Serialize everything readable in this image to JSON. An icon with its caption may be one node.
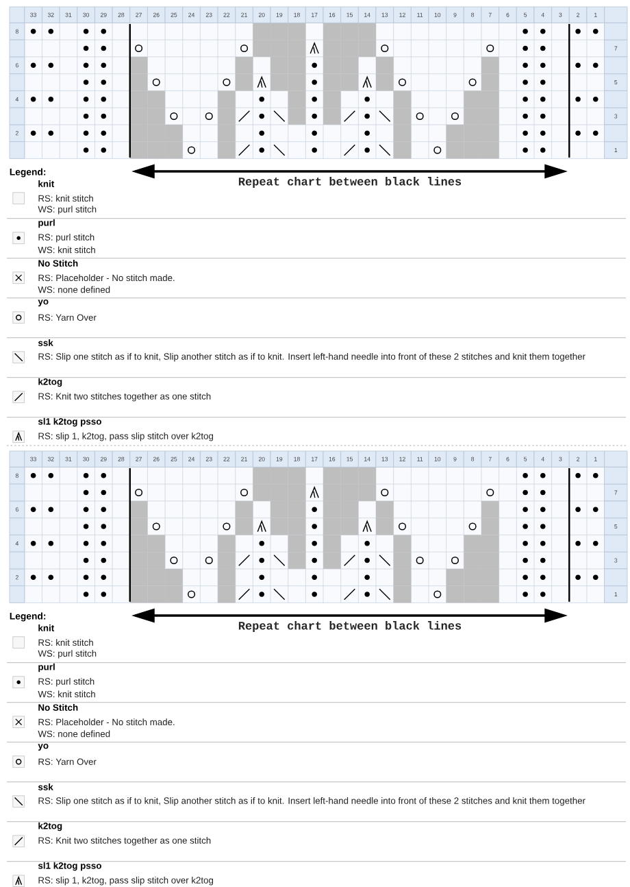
{
  "diagram": {
    "labels": [
      "33",
      "32",
      "31",
      "30",
      "29",
      "28",
      "27",
      "26",
      "25",
      "24",
      "23",
      "22",
      "21",
      "20",
      "19",
      "18",
      "17",
      "16",
      "15",
      "14",
      "13",
      "12",
      "11",
      "10",
      "9",
      "8",
      "7",
      "6",
      "5",
      "4",
      "3",
      "2",
      "1",
      "8",
      "7",
      "6",
      "5",
      "4",
      "3",
      "2",
      "1",
      "Repeat chart between black lines",
      "Legend:",
      "RS: knit stitch",
      "WS: purl stitch",
      "RS: purl stitch",
      "WS: knit stitch",
      "RS: Placeholder - No stitch made.",
      "WS: none defined",
      "RS: Yarn Over",
      "RS: Slip one stitch as if to knit, Slip another stitch as if to knit. Insert left-hand needle into front of these 2 stitches and knit them together",
      "RS: Knit two stitches together as one stitch",
      "RS: slip 1, k2tog, pass slip stitch over k2tog",
      "33",
      "32",
      "31",
      "30",
      "29",
      "28",
      "27",
      "26",
      "25",
      "24",
      "23",
      "22",
      "21",
      "20",
      "19",
      "18",
      "17",
      "16",
      "15",
      "14",
      "13",
      "12",
      "11",
      "10",
      "9",
      "8",
      "7",
      "6",
      "5",
      "4",
      "3",
      "2",
      "1",
      "8",
      "7",
      "6",
      "5",
      "4",
      "3",
      "2",
      "1",
      "Repeat chart between black lines",
      "Legend:",
      "RS: knit stitch",
      "WS: purl stitch",
      "RS: purl stitch",
      "WS: knit stitch",
      "RS: Placeholder - No stitch made.",
      "WS: none defined",
      "RS: Yarn Over",
      "RS: Slip one stitch as if to knit, Slip another stitch as if to knit. Insert left-hand needle into front of these 2 stitches and knit them together",
      "RS: Knit two stitches together as one stitch",
      "RS: slip 1, k2tog, pass slip stitch over k2tog"
    ],
    "legend": [
      {
        "text": "knit"
      },
      {
        "text": "purl"
      },
      {
        "text": "No Stitch"
      },
      {
        "text": "yo"
      },
      {
        "text": "ssk"
      },
      {
        "text": "k2tog"
      },
      {
        "text": "sl1 k2tog psso"
      },
      {
        "text": "knit"
      },
      {
        "text": "purl"
      },
      {
        "text": "No Stitch"
      },
      {
        "text": "yo"
      },
      {
        "text": "ssk"
      },
      {
        "text": "k2tog"
      },
      {
        "text": "sl1 k2tog psso"
      }
    ]
  }
}
